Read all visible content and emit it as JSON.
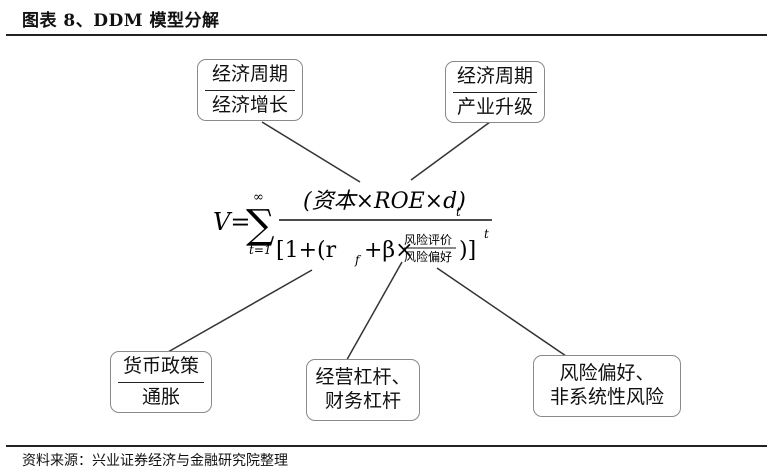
{
  "header": {
    "title": "图表 8、DDM 模型分解"
  },
  "footer": {
    "source": "资料来源：兴业证券经济与金融研究院整理"
  },
  "formula": {
    "lhs": "V=",
    "sum_symbol": "∑",
    "sum_upper": "∞",
    "sum_lower": "t=1",
    "numerator": "(资本×ROE×d)",
    "numerator_sub": "t",
    "denominator_prefix": "[1+(r",
    "rf_sub": "f",
    "denominator_mid": "+β×",
    "risk_frac_num": "风险评价",
    "risk_frac_den": "风险偏好",
    "denominator_close": ")]",
    "denominator_exp": "t"
  },
  "boxes": {
    "top_left": {
      "numerator": "经济周期",
      "denominator": "经济增长"
    },
    "top_right": {
      "numerator": "经济周期",
      "denominator": "产业升级"
    },
    "bottom_left": {
      "numerator": "货币政策",
      "denominator": "通胀"
    },
    "bottom_middle": {
      "line1": "经营杠杆、",
      "line2": "财务杠杆"
    },
    "bottom_right": {
      "line1": "风险偏好、",
      "line2": "非系统性风险"
    }
  }
}
